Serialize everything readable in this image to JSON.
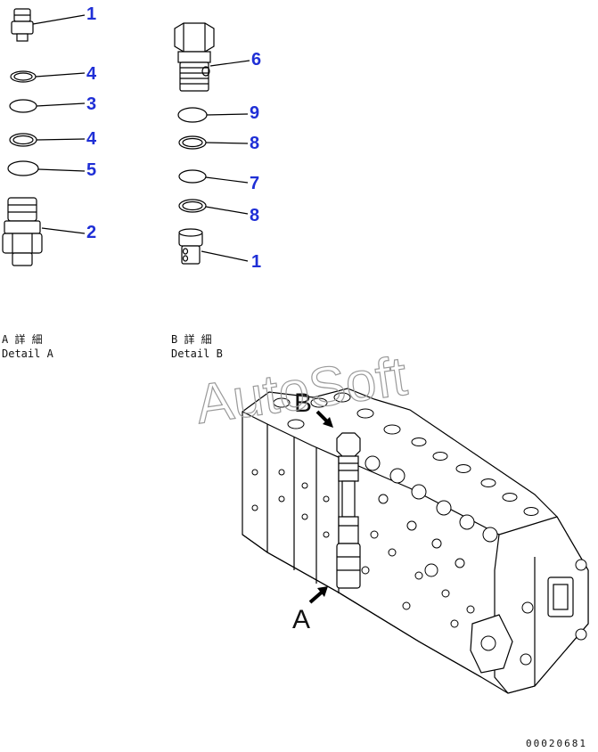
{
  "callouts": {
    "a_top_plug": "1",
    "a_ring_4a": "4",
    "a_oring_3": "3",
    "a_ring_4b": "4",
    "a_oring_5": "5",
    "a_valve_2": "2",
    "b_valve_6": "6",
    "b_oring_9": "9",
    "b_ring_8a": "8",
    "b_oring_7": "7",
    "b_ring_8b": "8",
    "b_plug_1": "1"
  },
  "details": {
    "a_jp": "A 詳 細",
    "a_en": "Detail A",
    "b_jp": "B 詳 細",
    "b_en": "Detail B"
  },
  "view_labels": {
    "a": "A",
    "b": "B"
  },
  "watermark": "AutoSoft",
  "drawing_code": "00020681",
  "colors": {
    "callout": "#1f2fd6",
    "line": "#000000",
    "watermark": "#9a9a9a"
  }
}
